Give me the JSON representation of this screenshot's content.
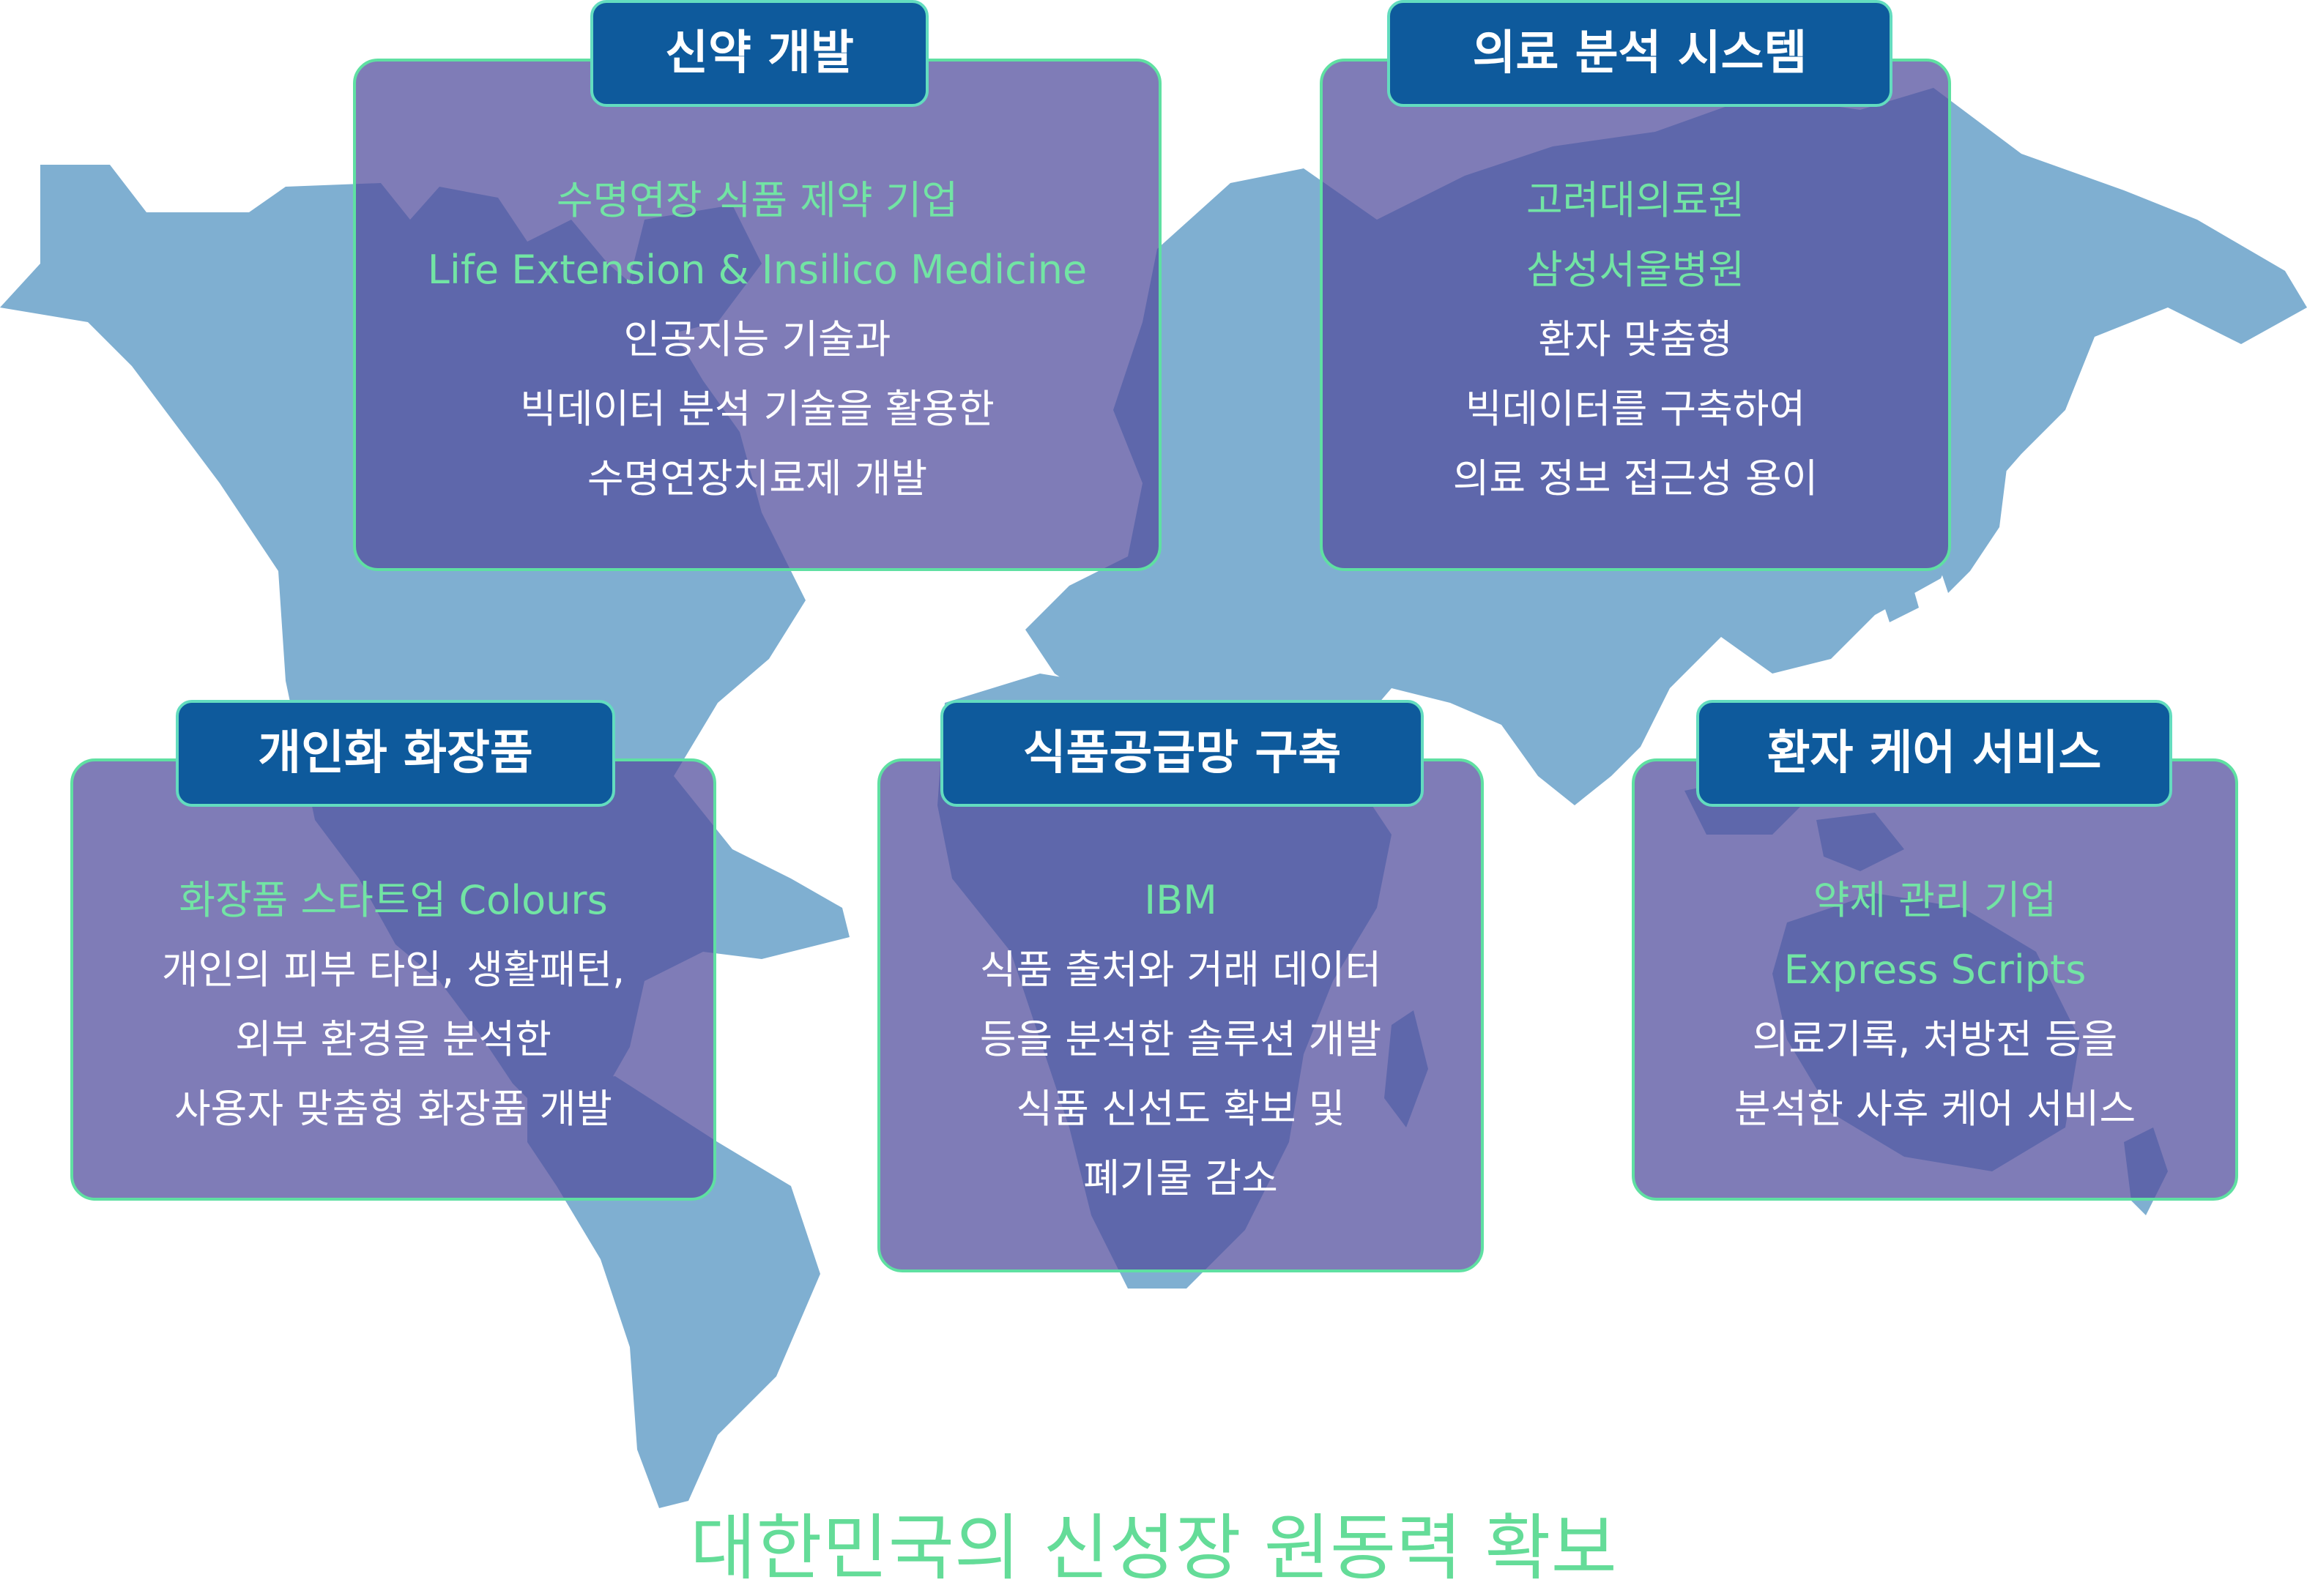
{
  "colors": {
    "map": "#7fafd1",
    "card_fill": "#524e9e",
    "card_border": "#5fe0a2",
    "tab_fill": "#0e5a9c",
    "tab_border": "#63dcbf",
    "highlight_text": "#72e4a4",
    "body_text": "#ffffff",
    "bottom_title": "#64dc98"
  },
  "cards": {
    "drug": {
      "title": "신약 개발",
      "company": "수명연장 식품 제약 기업",
      "company_name": "Life Extension & Insilico Medicine",
      "lines": [
        "인공지능 기술과",
        "빅데이터 분석 기술을 활용한",
        "수명연장치료제 개발"
      ]
    },
    "medical": {
      "title": "의료 분석 시스템",
      "company": "고려대의료원",
      "company_name": "삼성서울병원",
      "lines": [
        "환자 맞춤형",
        "빅데이터를 구축하여",
        "의료 정보 접근성 용이"
      ]
    },
    "cosmetics": {
      "title": "개인화 화장품",
      "company": "화장품 스타트업 Colours",
      "lines": [
        "개인의 피부 타입, 생활패턴,",
        "외부 환경을 분석한",
        "사용자 맞춤형 화장품 개발"
      ]
    },
    "food": {
      "title": "식품공급망 구축",
      "company": "IBM",
      "lines": [
        "식품 출처와 거래 데이터",
        "등을 분석한 솔루션 개발",
        "식품 신선도 확보 및",
        "폐기물 감소"
      ]
    },
    "care": {
      "title": "환자 케어 서비스",
      "company": "약제 관리 기업",
      "company_name": "Express Scripts",
      "lines": [
        "의료기록, 처방전 등을",
        "분석한 사후 케어 서비스"
      ]
    }
  },
  "bottom_title": "대한민국의 신성장 원동력 확보"
}
